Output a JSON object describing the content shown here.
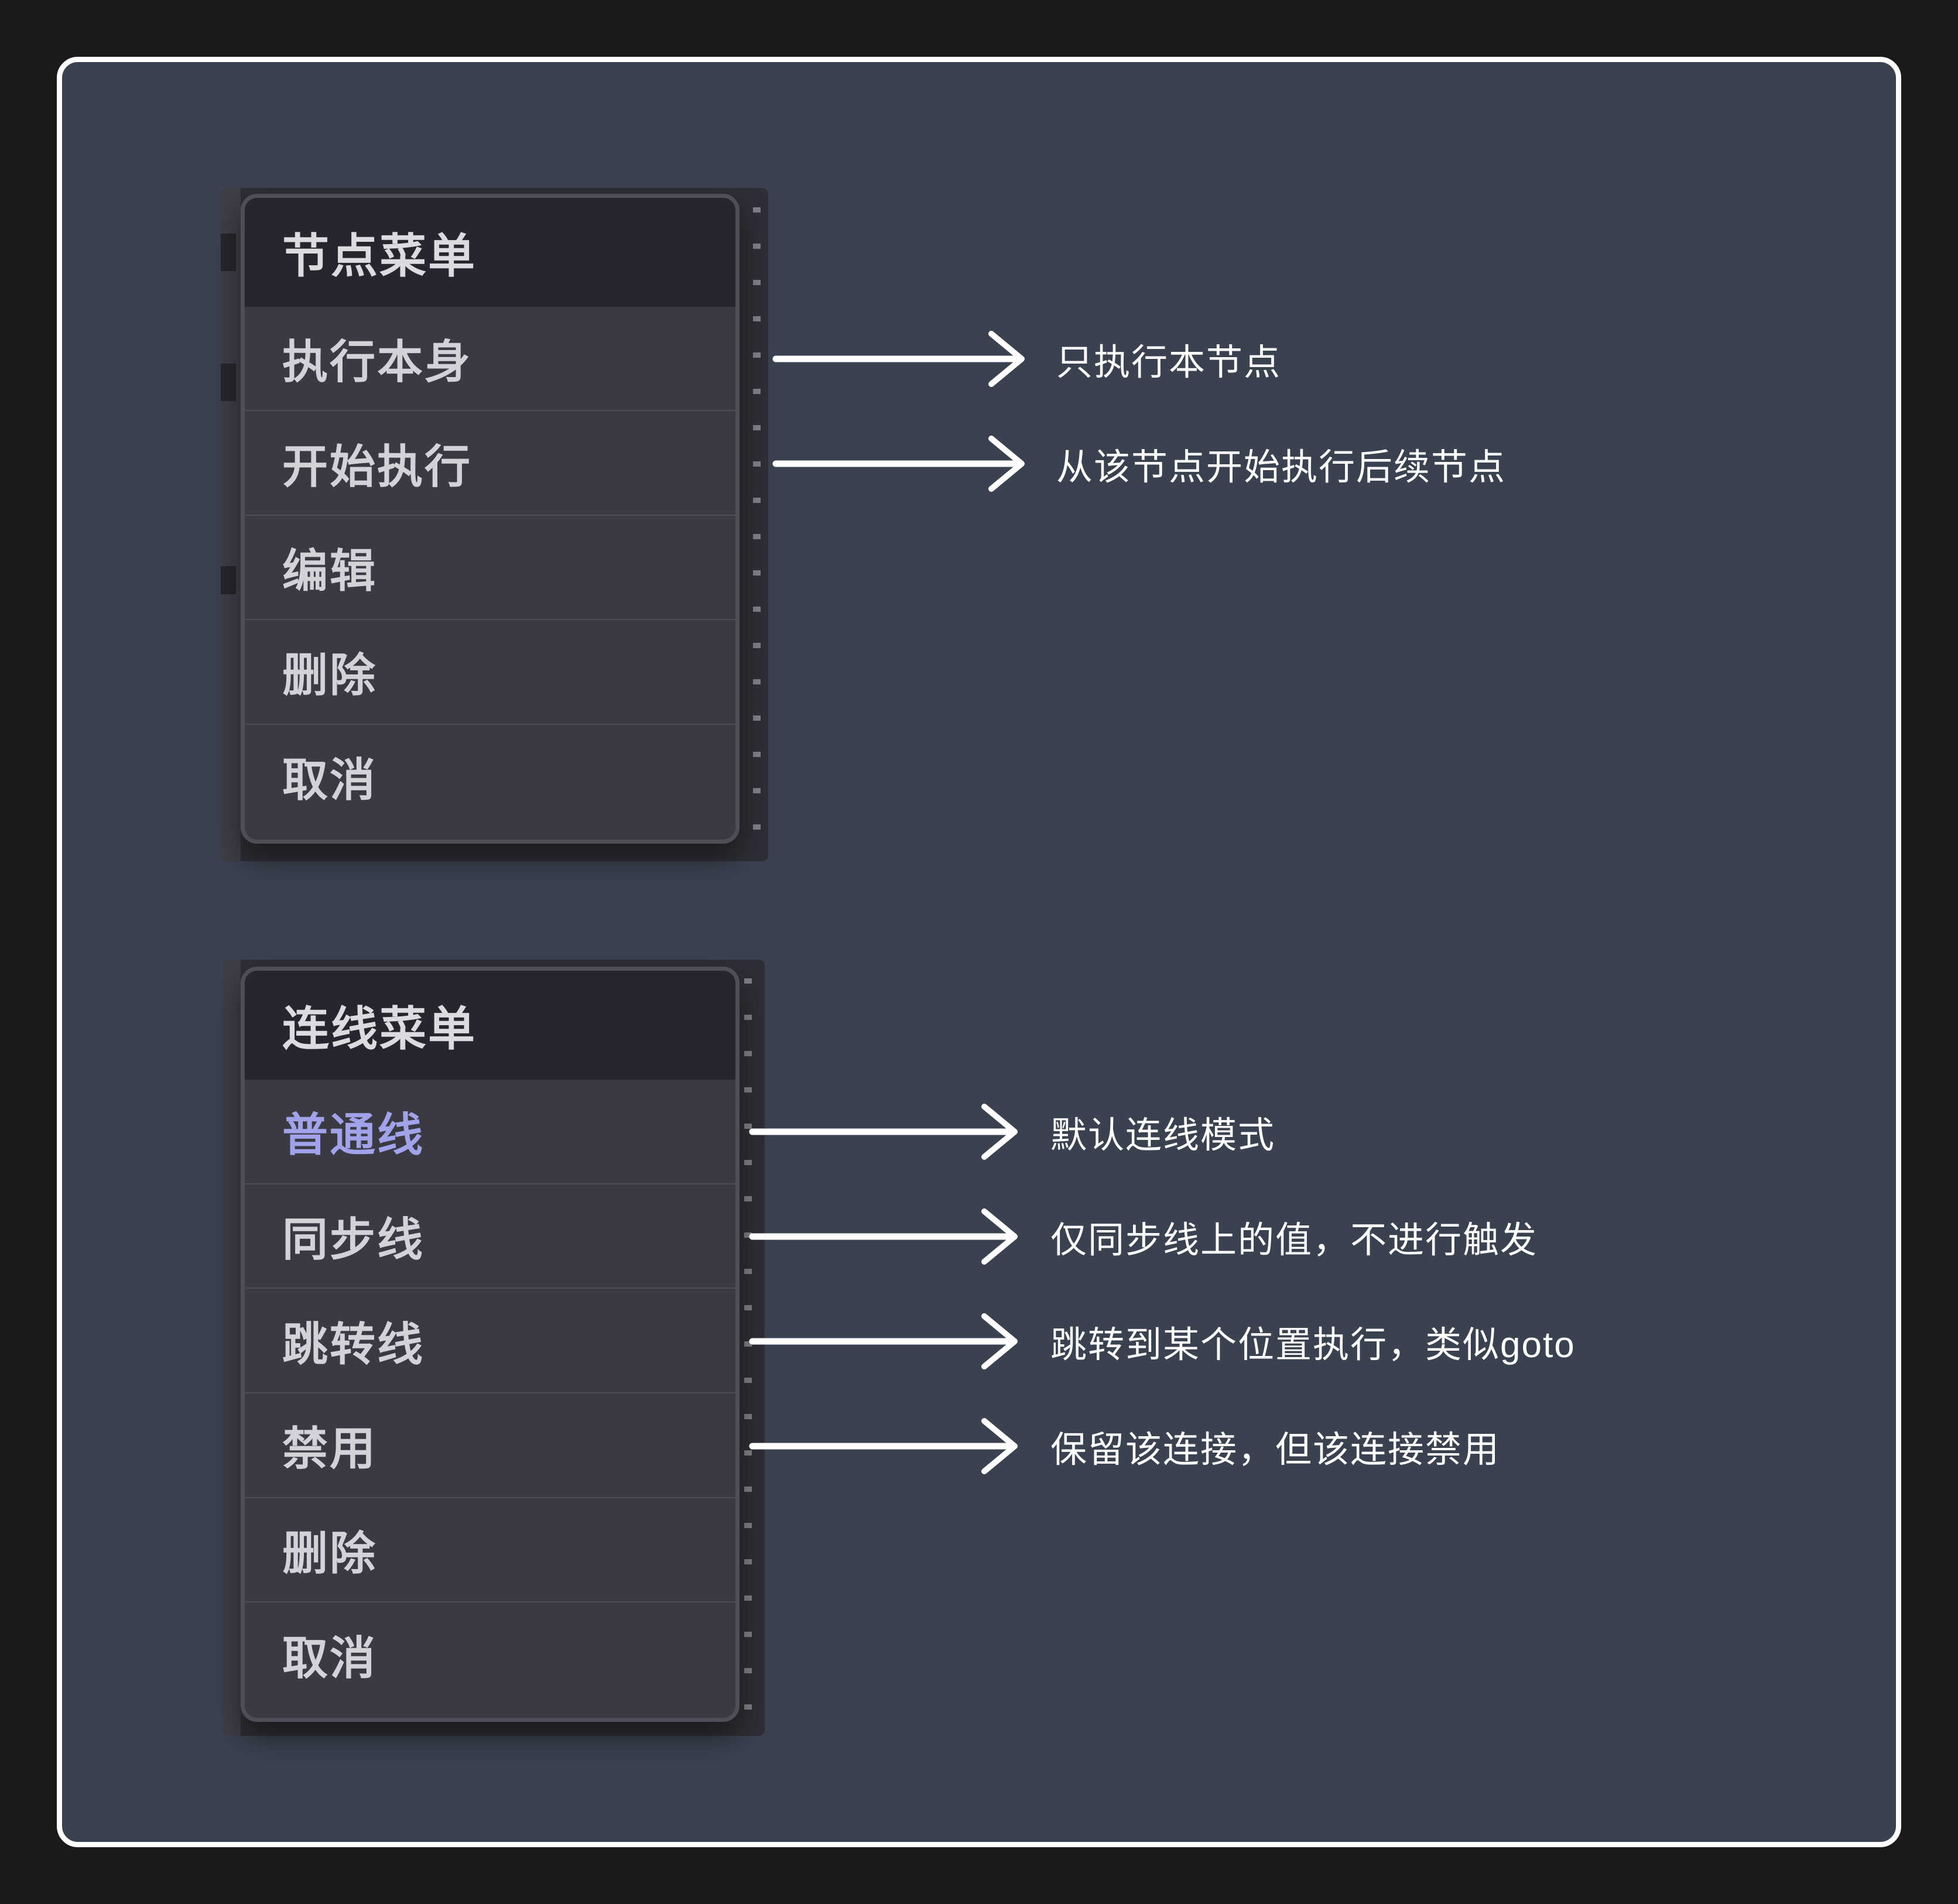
{
  "palette": {
    "page_bg": "#1a1a1c",
    "panel_bg": "#3a4250",
    "panel_border": "#ffffff",
    "menu_bg": "#3a3a43",
    "menu_header_bg": "#26262e",
    "menu_border": "#4e4e58",
    "menu_divider": "#4c4c55",
    "menu_text": "#d2d2d8",
    "accent_text": "#a2a2ea",
    "backdrop_node": "#2e2e36",
    "annotation_text": "#ffffff"
  },
  "node_menu": {
    "title": "节点菜单",
    "items": [
      {
        "label": "执行本身"
      },
      {
        "label": "开始执行"
      },
      {
        "label": "编辑"
      },
      {
        "label": "删除"
      },
      {
        "label": "取消"
      }
    ]
  },
  "edge_menu": {
    "title": "连线菜单",
    "items": [
      {
        "label": "普通线",
        "accent": true
      },
      {
        "label": "同步线"
      },
      {
        "label": "跳转线"
      },
      {
        "label": "禁用"
      },
      {
        "label": "删除"
      },
      {
        "label": "取消"
      }
    ]
  },
  "annotations": {
    "node": [
      "只执行本节点",
      "从该节点开始执行后续节点"
    ],
    "edge": [
      "默认连线模式",
      "仅同步线上的值，不进行触发",
      "跳转到某个位置执行，类似goto",
      "保留该连接，但该连接禁用"
    ]
  }
}
